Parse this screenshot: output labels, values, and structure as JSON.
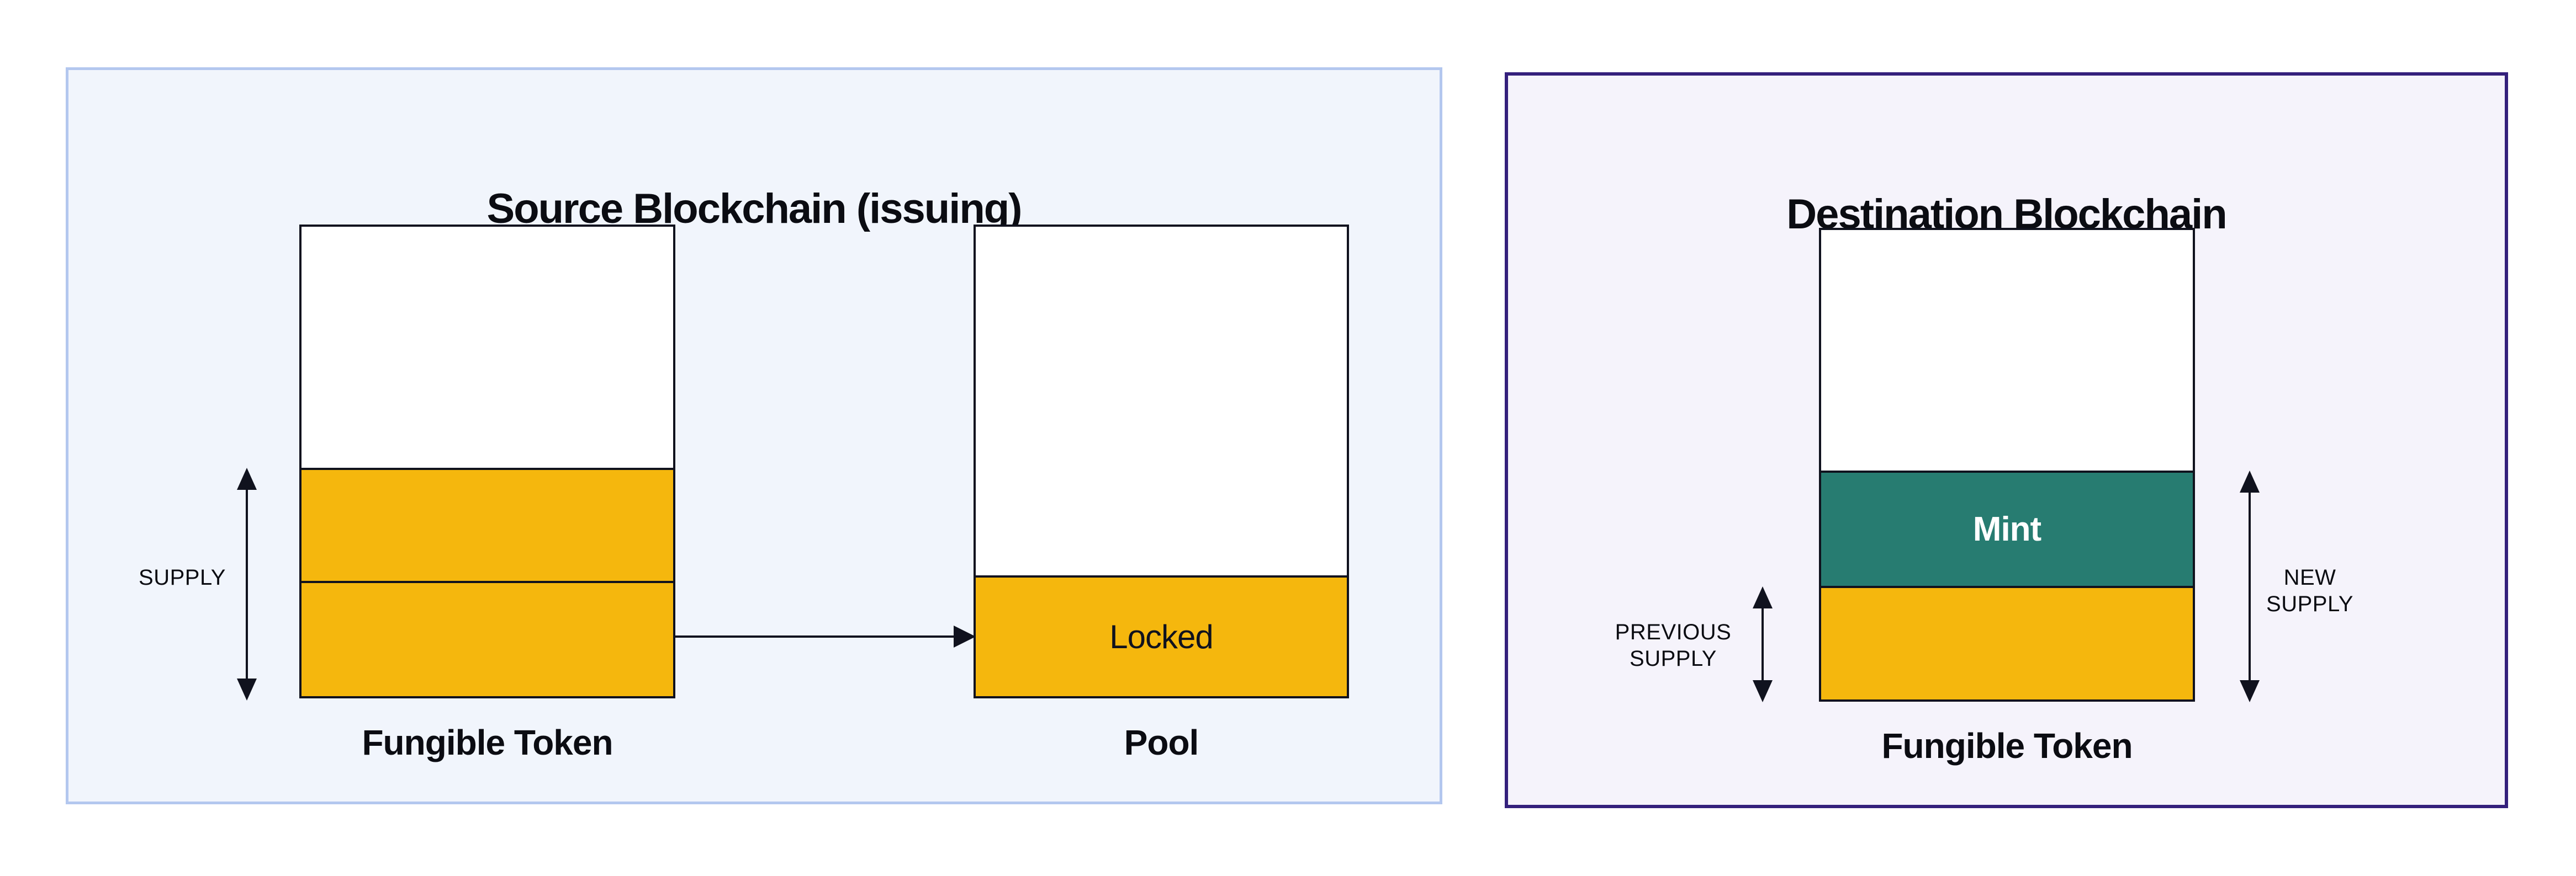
{
  "colors": {
    "yellow": "#F5B70D",
    "teal": "#277C71",
    "ink": "#10121E",
    "text": "#0B0C12",
    "panel_left_bg": "#F1F5FC",
    "panel_left_border": "#B3C7EF",
    "panel_right_bg": "#F5F3FB",
    "panel_right_border": "#34207C",
    "mint_text": "#FFFFFF"
  },
  "left_panel": {
    "title": "Source Blockchain (issuing)",
    "supply_label": "SUPPLY",
    "fungible_token_box": {
      "caption": "Fungible Token"
    },
    "pool_box": {
      "caption": "Pool",
      "locked_label": "Locked"
    }
  },
  "right_panel": {
    "title": "Destination Blockchain",
    "fungible_token_box": {
      "caption": "Fungible Token",
      "mint_label": "Mint"
    },
    "previous_supply_label": {
      "line1": "PREVIOUS",
      "line2": "SUPPLY"
    },
    "new_supply_label": {
      "line1": "NEW",
      "line2": "SUPPLY"
    }
  }
}
